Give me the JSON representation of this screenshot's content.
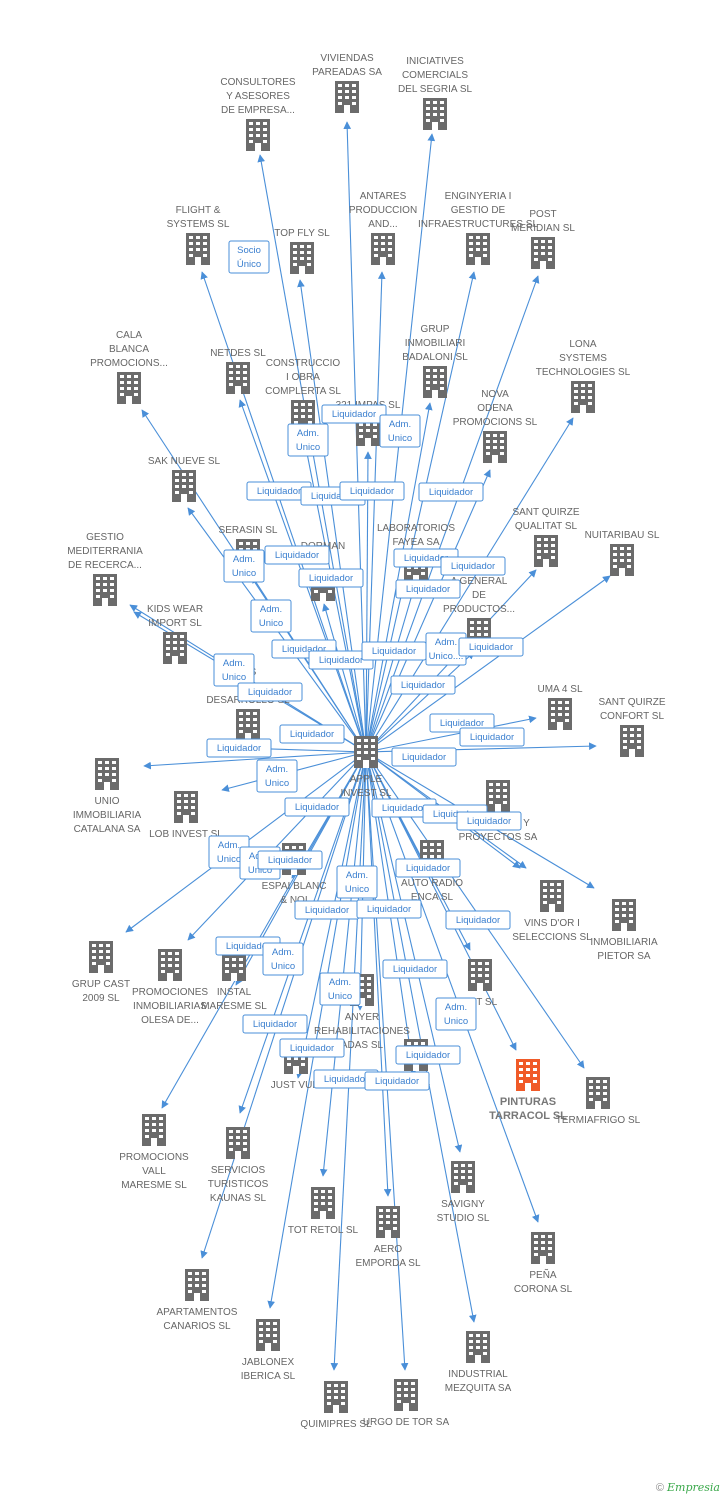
{
  "colors": {
    "edge": "#4a8fd8",
    "node": "#6b6b6b",
    "highlight": "#f05a28",
    "badge_text": "#3a7fcf"
  },
  "center": {
    "lines": [
      "APPLE",
      "INVEST SL"
    ]
  },
  "nodes": [
    {
      "id": "viviendas",
      "lines": [
        "VIVIENDAS",
        "PAREADAS SA"
      ]
    },
    {
      "id": "iniciatives",
      "lines": [
        "INICIATIVES",
        "COMERCIALS",
        "DEL SEGRIA SL"
      ]
    },
    {
      "id": "consultores",
      "lines": [
        "CONSULTORES",
        "Y ASESORES",
        "DE EMPRESA..."
      ]
    },
    {
      "id": "antares",
      "lines": [
        "ANTARES",
        "PRODUCCION",
        "AND..."
      ]
    },
    {
      "id": "enginyeria",
      "lines": [
        "ENGINYERIA I",
        "GESTIO DE",
        "INFRAESTRUCTURES SL"
      ]
    },
    {
      "id": "post",
      "lines": [
        "POST",
        "MERIDIAN SL"
      ]
    },
    {
      "id": "flight",
      "lines": [
        "FLIGHT &",
        "SYSTEMS SL"
      ]
    },
    {
      "id": "topfly",
      "lines": [
        "TOP FLY SL"
      ]
    },
    {
      "id": "grup",
      "lines": [
        "GRUP",
        "INMOBILIARI",
        "BADALONI SL"
      ]
    },
    {
      "id": "lona",
      "lines": [
        "LONA",
        "SYSTEMS",
        "TECHNOLOGIES SL"
      ]
    },
    {
      "id": "cala",
      "lines": [
        "CALA",
        "BLANCA",
        "PROMOCIONS..."
      ]
    },
    {
      "id": "netdes",
      "lines": [
        "NETDES SL"
      ]
    },
    {
      "id": "construccio",
      "lines": [
        "CONSTRUCCIO",
        "I OBRA",
        "COMPLERTA SL"
      ]
    },
    {
      "id": "321",
      "lines": [
        "321 IMPAS SL"
      ]
    },
    {
      "id": "nova",
      "lines": [
        "NOVA",
        "ODENA",
        "PROMOCIONS SL"
      ]
    },
    {
      "id": "sak",
      "lines": [
        "SAK NUEVE SL"
      ]
    },
    {
      "id": "santquirzeq",
      "lines": [
        "SANT QUIRZE",
        "QUALITAT SL"
      ]
    },
    {
      "id": "nuitaribau",
      "lines": [
        "NUITARIBAU SL"
      ]
    },
    {
      "id": "gestio",
      "lines": [
        "GESTIO",
        "MEDITERRANIA",
        "DE RECERCA..."
      ]
    },
    {
      "id": "serasin",
      "lines": [
        "SERASIN SL"
      ]
    },
    {
      "id": "dorman",
      "lines": [
        "DORMAN",
        "SL"
      ]
    },
    {
      "id": "laboratorios",
      "lines": [
        "LABORATORIOS",
        "FAYEA SA"
      ]
    },
    {
      "id": "general",
      "lines": [
        "A GENERAL",
        "DE",
        "PRODUCTOS..."
      ]
    },
    {
      "id": "kids",
      "lines": [
        "KIDS WEAR",
        "IMPORT SL"
      ]
    },
    {
      "id": "desarrollo",
      "lines": [
        "RIS",
        "SEL",
        "DESARROLLO SL"
      ]
    },
    {
      "id": "uma",
      "lines": [
        "UMA 4 SL"
      ]
    },
    {
      "id": "santquirzec",
      "lines": [
        "SANT QUIRZE",
        "CONFORT SL"
      ]
    },
    {
      "id": "unio",
      "lines": [
        "UNIO",
        "IMMOBILIARIA",
        "CATALANA SA"
      ]
    },
    {
      "id": "lob",
      "lines": [
        "LOB INVEST SL"
      ]
    },
    {
      "id": "servicios",
      "lines": [
        "SERVICIOS Y",
        "PROYECTOS SA"
      ]
    },
    {
      "id": "espai",
      "lines": [
        "ESPAI BLANC",
        "& NOI"
      ]
    },
    {
      "id": "autoradio",
      "lines": [
        "AUTO RADIO",
        "ENCA SL"
      ]
    },
    {
      "id": "vins",
      "lines": [
        "VINS D'OR I",
        "SELECCIONS SL"
      ]
    },
    {
      "id": "inmobpietor",
      "lines": [
        "INMOBILIARIA",
        "PIETOR SA"
      ]
    },
    {
      "id": "grupcast",
      "lines": [
        "GRUP CAST",
        "2009 SL"
      ]
    },
    {
      "id": "promolesa",
      "lines": [
        "PROMOCIONES",
        "INMOBILIARIAS",
        "OLESA DE..."
      ]
    },
    {
      "id": "instal",
      "lines": [
        "INSTAL",
        "MARESME SL"
      ]
    },
    {
      "id": "anyer",
      "lines": [
        "ANYER",
        "REHABILITACIONES",
        "ADAS SL"
      ]
    },
    {
      "id": "invest",
      "lines": [
        "EST SL"
      ]
    },
    {
      "id": "pinturas",
      "lines": [
        "PINTURAS",
        "TARRACOL SL"
      ],
      "highlight": true
    },
    {
      "id": "termiafrigo",
      "lines": [
        "TERMIAFRIGO SL"
      ]
    },
    {
      "id": "justvuit",
      "lines": [
        "JUST VUIT"
      ]
    },
    {
      "id": "elsa",
      "lines": [
        "EL SA"
      ]
    },
    {
      "id": "promovall",
      "lines": [
        "PROMOCIONS",
        "VALL",
        "MARESME SL"
      ]
    },
    {
      "id": "turisticos",
      "lines": [
        "SERVICIOS",
        "TURISTICOS",
        "KAUNAS SL"
      ]
    },
    {
      "id": "totretol",
      "lines": [
        "TOT RETOL SL"
      ]
    },
    {
      "id": "aero",
      "lines": [
        "AERO",
        "EMPORDA SL"
      ]
    },
    {
      "id": "savigny",
      "lines": [
        "SAVIGNY",
        "STUDIO SL"
      ]
    },
    {
      "id": "pena",
      "lines": [
        "PEÑA",
        "CORONA SL"
      ]
    },
    {
      "id": "apartamentos",
      "lines": [
        "APARTAMENTOS",
        "CANARIOS SL"
      ]
    },
    {
      "id": "jablonex",
      "lines": [
        "JABLONEX",
        "IBERICA SL"
      ]
    },
    {
      "id": "industrial",
      "lines": [
        "INDUSTRIAL",
        "MEZQUITA SA"
      ]
    },
    {
      "id": "quimipres",
      "lines": [
        "QUIMIPRES SL"
      ]
    },
    {
      "id": "urgo",
      "lines": [
        "URGO DE TOR SA"
      ]
    }
  ],
  "badges": [
    {
      "lines": [
        "Socio",
        "Único"
      ]
    },
    {
      "lines": [
        "Liquidador"
      ]
    },
    {
      "lines": [
        "Adm.",
        "Unico"
      ]
    },
    {
      "lines": [
        "Adm.",
        "Unico"
      ]
    },
    {
      "lines": [
        "Liquidador"
      ]
    },
    {
      "lines": [
        "Liquidador"
      ]
    },
    {
      "lines": [
        "Liquidador"
      ]
    },
    {
      "lines": [
        "Liquidador"
      ]
    },
    {
      "lines": [
        "Liquidador"
      ]
    },
    {
      "lines": [
        "Adm.",
        "Unico"
      ]
    },
    {
      "lines": [
        "Liquidador"
      ]
    },
    {
      "lines": [
        "Liquidador"
      ]
    },
    {
      "lines": [
        "Liquidador"
      ]
    },
    {
      "lines": [
        "Liquidador"
      ]
    },
    {
      "lines": [
        "Adm.",
        "Unico"
      ]
    },
    {
      "lines": [
        "Liquidador"
      ]
    },
    {
      "lines": [
        "Liquidador"
      ]
    },
    {
      "lines": [
        "Liquidador"
      ]
    },
    {
      "lines": [
        "Adm.",
        "Unico...."
      ]
    },
    {
      "lines": [
        "Liquidador"
      ]
    },
    {
      "lines": [
        "Adm.",
        "Unico"
      ]
    },
    {
      "lines": [
        "Liquidador"
      ]
    },
    {
      "lines": [
        "Liquidador"
      ]
    },
    {
      "lines": [
        "Liquidador"
      ]
    },
    {
      "lines": [
        "Liquidador"
      ]
    },
    {
      "lines": [
        "Liquidador"
      ]
    },
    {
      "lines": [
        "Liquidador"
      ]
    },
    {
      "lines": [
        "Adm.",
        "Unico"
      ]
    },
    {
      "lines": [
        "Liquidador"
      ]
    },
    {
      "lines": [
        "Liquidador"
      ]
    },
    {
      "lines": [
        "Liquidador"
      ]
    },
    {
      "lines": [
        "Adm.",
        "Unico"
      ]
    },
    {
      "lines": [
        "Adm.",
        "Unico"
      ]
    },
    {
      "lines": [
        "Liquidador"
      ]
    },
    {
      "lines": [
        "Adm.",
        "Unico"
      ]
    },
    {
      "lines": [
        "Liquidador"
      ]
    },
    {
      "lines": [
        "Liquidador"
      ]
    },
    {
      "lines": [
        "Liquidador"
      ]
    },
    {
      "lines": [
        "Liquidador"
      ]
    },
    {
      "lines": [
        "Liquidador"
      ]
    },
    {
      "lines": [
        "Liquidador"
      ]
    },
    {
      "lines": [
        "Adm.",
        "Unico"
      ]
    },
    {
      "lines": [
        "Liquidador"
      ]
    },
    {
      "lines": [
        "Adm.",
        "Unico"
      ]
    },
    {
      "lines": [
        "Liquidador"
      ]
    },
    {
      "lines": [
        "Adm.",
        "Unico"
      ]
    },
    {
      "lines": [
        "Liquidador"
      ]
    },
    {
      "lines": [
        "Liquidador"
      ]
    },
    {
      "lines": [
        "Liquidador"
      ]
    },
    {
      "lines": [
        "Liquidador"
      ]
    },
    {
      "lines": [
        "Liquidador"
      ]
    }
  ],
  "footer": {
    "copyright": "©",
    "brand": "Empresia"
  }
}
